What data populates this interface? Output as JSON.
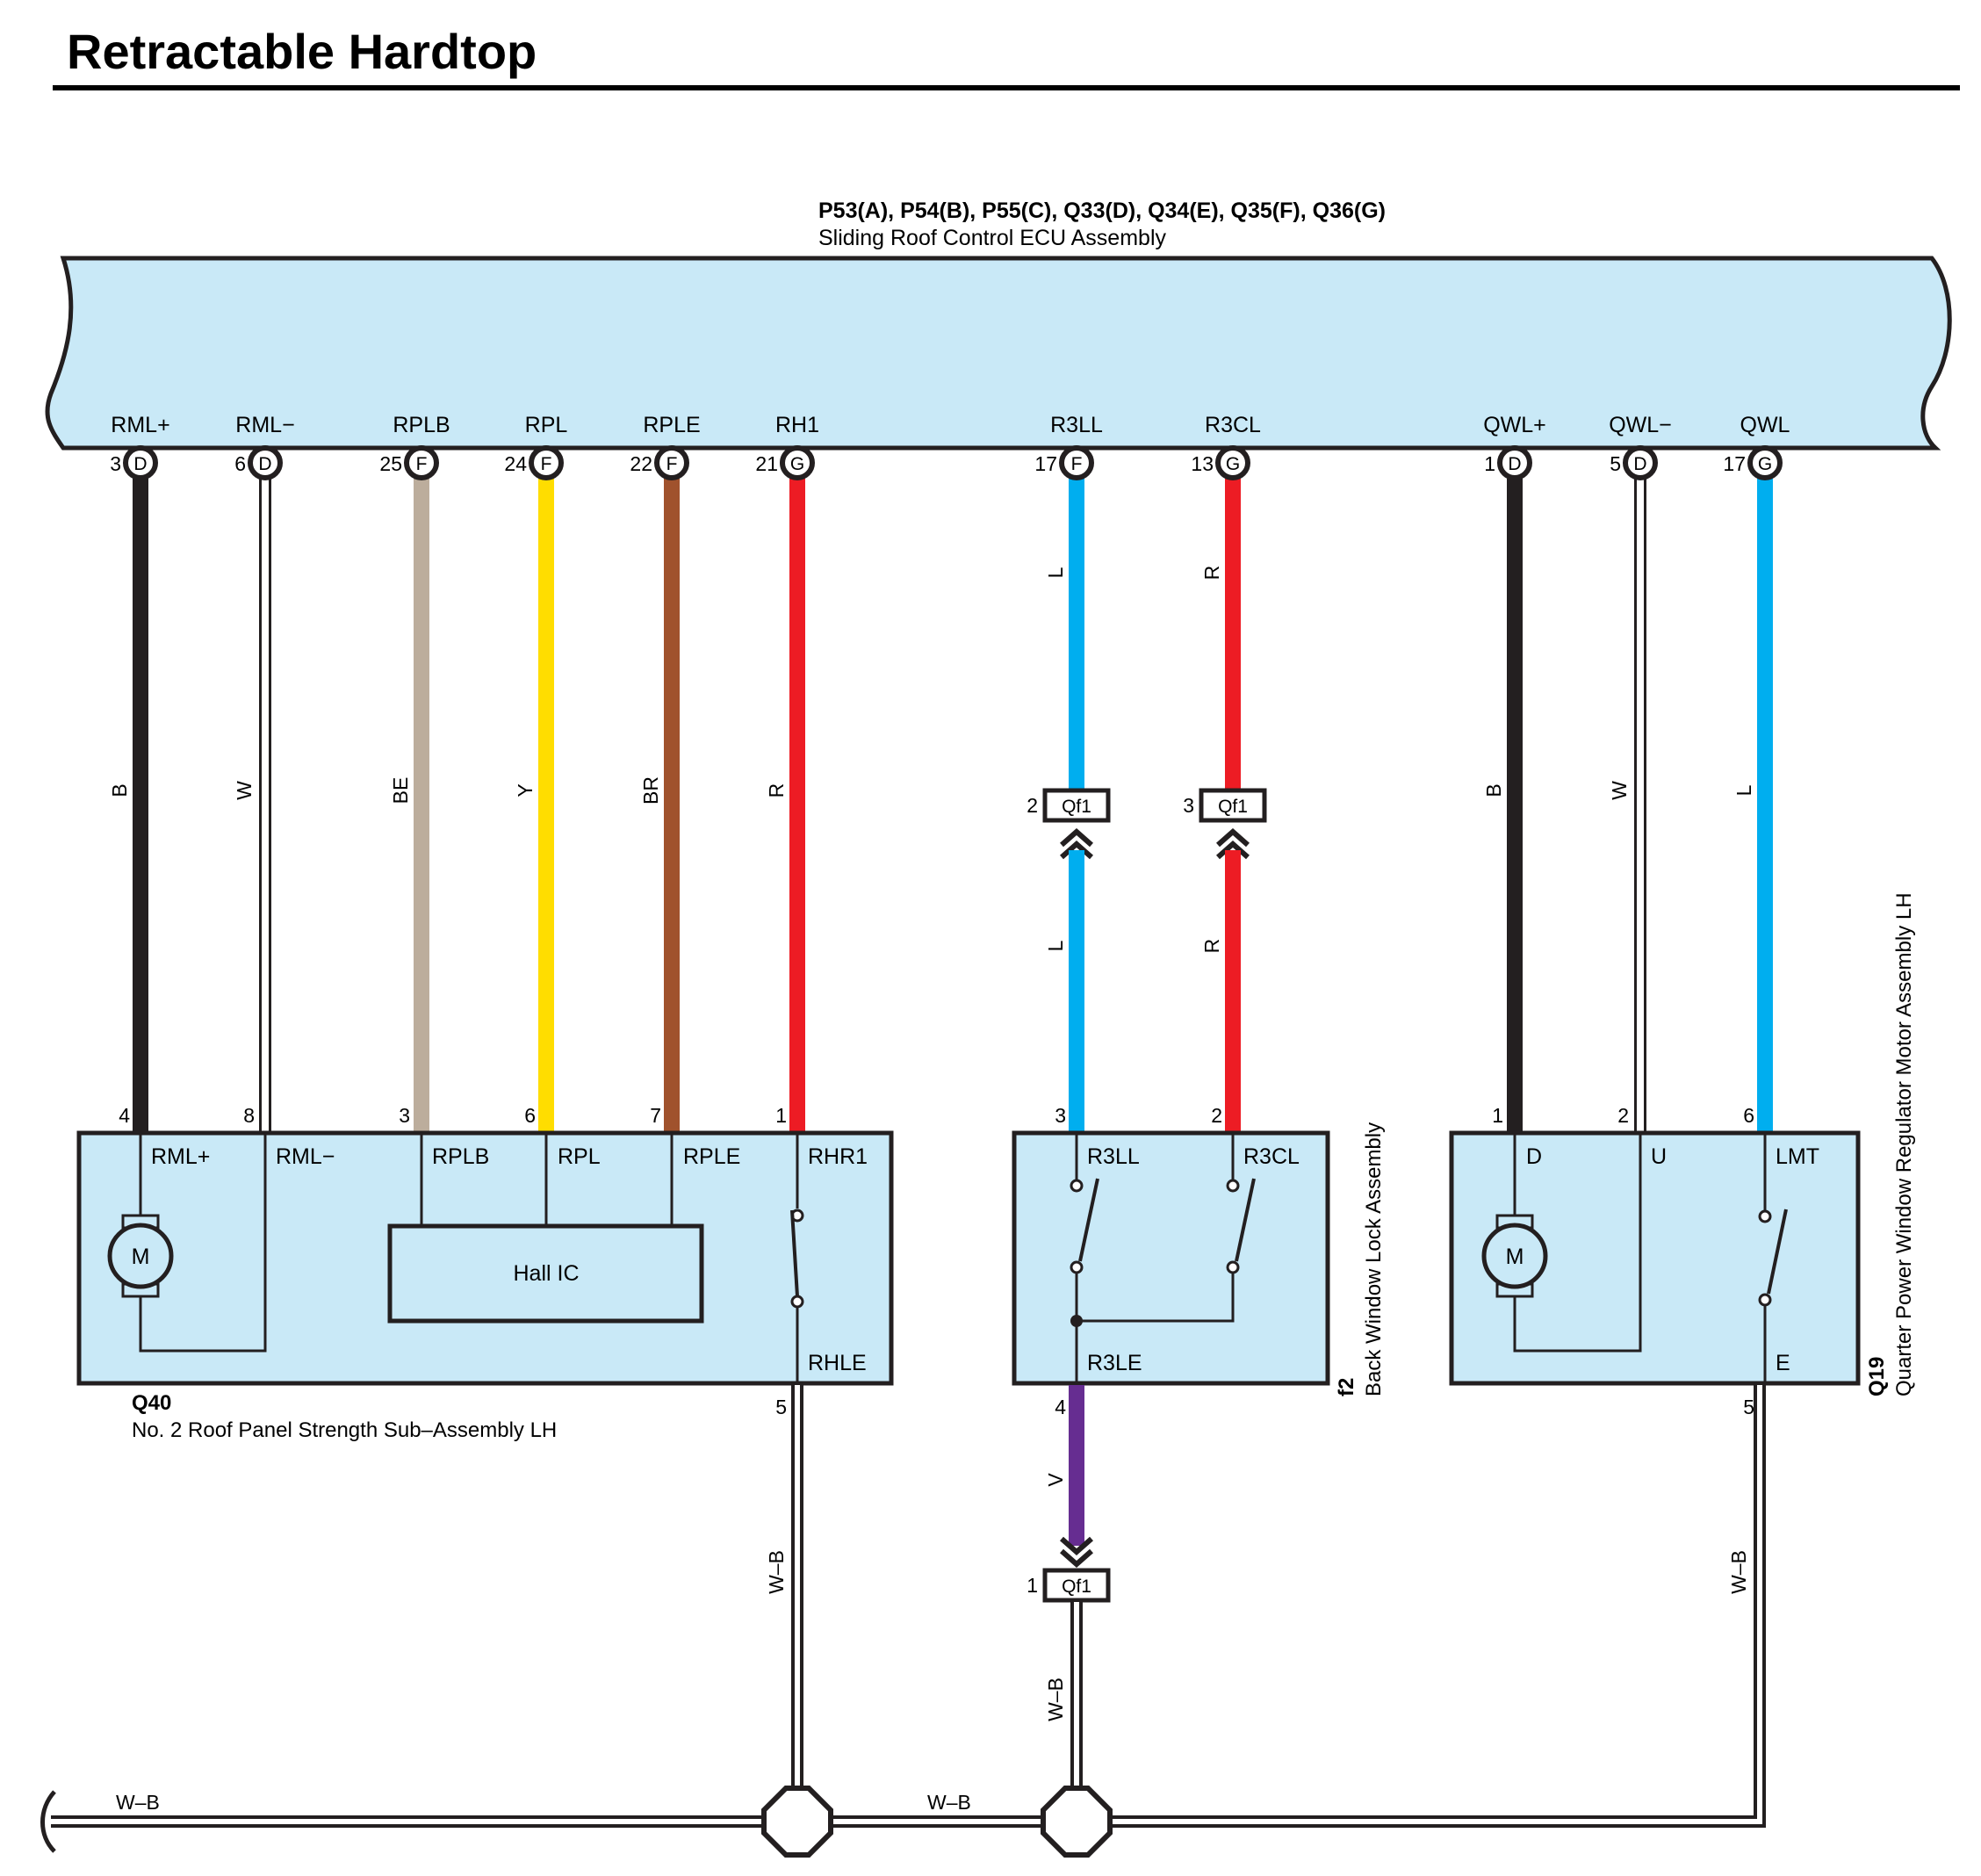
{
  "title": "Retractable Hardtop",
  "ecu": {
    "connectors": "P53(A), P54(B), P55(C), Q33(D), Q34(E), Q35(F), Q36(G)",
    "name": "Sliding Roof Control ECU Assembly",
    "pins": [
      {
        "name": "RML+",
        "num": "3",
        "conn": "D",
        "wire": "B",
        "color": "#231f20"
      },
      {
        "name": "RML−",
        "num": "6",
        "conn": "D",
        "wire": "W",
        "color": "#ffffff"
      },
      {
        "name": "RPLB",
        "num": "25",
        "conn": "F",
        "wire": "BE",
        "color": "#bcad9c"
      },
      {
        "name": "RPL",
        "num": "24",
        "conn": "F",
        "wire": "Y",
        "color": "#ffdd00"
      },
      {
        "name": "RPLE",
        "num": "22",
        "conn": "F",
        "wire": "BR",
        "color": "#a0522d"
      },
      {
        "name": "RH1",
        "num": "21",
        "conn": "G",
        "wire": "R",
        "color": "#ed1c24"
      },
      {
        "name": "R3LL",
        "num": "17",
        "conn": "F",
        "wire": "L",
        "color": "#00aeef"
      },
      {
        "name": "R3CL",
        "num": "13",
        "conn": "G",
        "wire": "R",
        "color": "#ed1c24"
      },
      {
        "name": "QWL+",
        "num": "1",
        "conn": "D",
        "wire": "B",
        "color": "#231f20"
      },
      {
        "name": "QWL−",
        "num": "5",
        "conn": "D",
        "wire": "W",
        "color": "#ffffff"
      },
      {
        "name": "QWL",
        "num": "17",
        "conn": "G",
        "wire": "L",
        "color": "#00aeef"
      }
    ]
  },
  "junction": {
    "code": "Qf1",
    "top_pins": [
      "2",
      "3"
    ],
    "bottom_pin": "1",
    "lower_wires": [
      "L",
      "R"
    ]
  },
  "q40": {
    "code": "Q40",
    "name": "No.  2 Roof Panel Strength Sub–Assembly LH",
    "pins": [
      "4",
      "8",
      "3",
      "6",
      "7",
      "1"
    ],
    "labels": [
      "RML+",
      "RML−",
      "RPLB",
      "RPL",
      "RPLE",
      "RHR1"
    ],
    "bottom_label": "RHLE",
    "bottom_pin": "5",
    "motor": "M",
    "ic": "Hall IC"
  },
  "f2": {
    "code": "f2",
    "name": "Back Window Lock Assembly",
    "pins": [
      "3",
      "2"
    ],
    "labels": [
      "R3LL",
      "R3CL"
    ],
    "bottom_label": "R3LE",
    "bottom_pin": "4",
    "out_wire": "V",
    "out_color": "#662d91"
  },
  "q19": {
    "code": "Q19",
    "name": "Quarter Power Window Regulator Motor Assembly LH",
    "pins": [
      "1",
      "2",
      "6"
    ],
    "labels": [
      "D",
      "U",
      "LMT"
    ],
    "bottom_label": "E",
    "bottom_pin": "5",
    "motor": "M"
  },
  "ground": {
    "wire": "W–B",
    "drop_wires": [
      "W–B",
      "W–B",
      "W–B"
    ]
  }
}
